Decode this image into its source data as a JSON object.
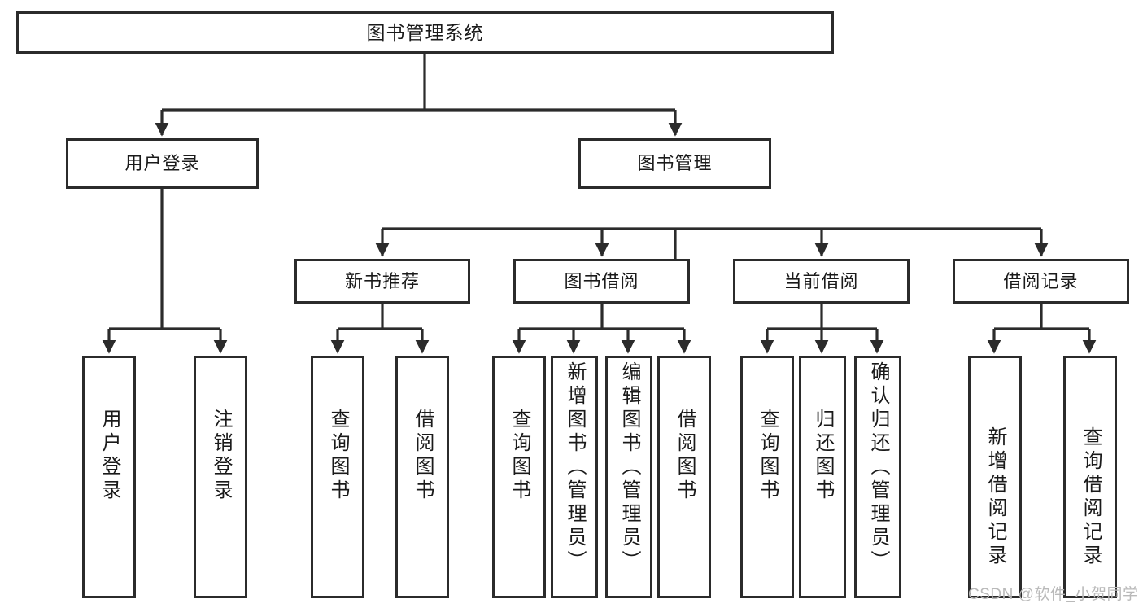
{
  "diagram": {
    "title": "图书管理系统",
    "type": "功能结构图",
    "colors": {
      "stroke": "#2b2b2b",
      "fill": "#ffffff",
      "text": "#1a1a1a",
      "watermark": "#b9b9b9"
    },
    "root": {
      "label": "图书管理系统"
    },
    "level2": [
      {
        "label": "用户登录"
      },
      {
        "label": "图书管理"
      }
    ],
    "level3": [
      {
        "label": "新书推荐"
      },
      {
        "label": "图书借阅"
      },
      {
        "label": "当前借阅"
      },
      {
        "label": "借阅记录"
      }
    ],
    "leaves": {
      "user_login": [
        {
          "label": "用户登录"
        },
        {
          "label": "注销登录"
        }
      ],
      "new_book": [
        {
          "label": "查询图书"
        },
        {
          "label": "借阅图书"
        }
      ],
      "book_borrow": [
        {
          "label": "查询图书"
        },
        {
          "label": "新增图书（管理员）"
        },
        {
          "label": "编辑图书（管理员）"
        },
        {
          "label": "借阅图书"
        }
      ],
      "current_borrow": [
        {
          "label": "查询图书"
        },
        {
          "label": "归还图书"
        },
        {
          "label": "确认归还（管理员）"
        }
      ],
      "borrow_record": [
        {
          "label": "新增借阅记录"
        },
        {
          "label": "查询借阅记录"
        }
      ]
    },
    "watermark": "CSDN @软件_小贺同学"
  }
}
